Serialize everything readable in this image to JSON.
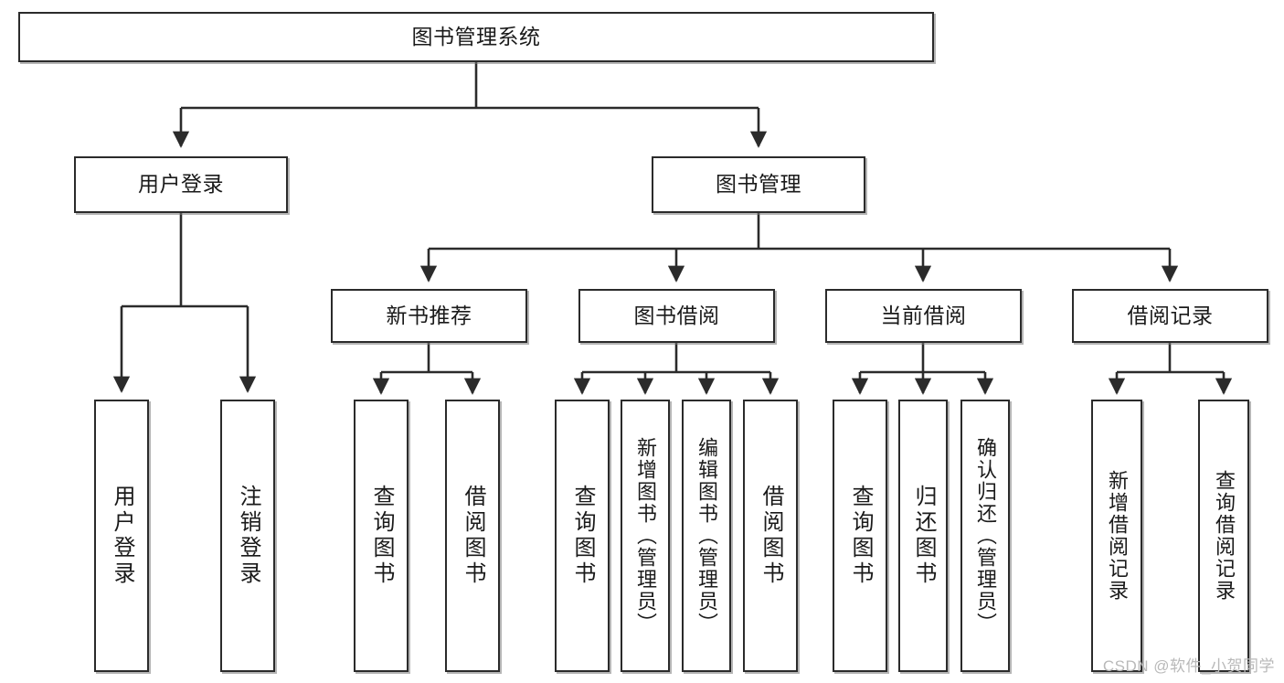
{
  "diagram": {
    "title": "图书管理系统",
    "type": "tree",
    "watermark": "CSDN @软件_小贺同学",
    "nodes": {
      "root": {
        "label": "图书管理系统"
      },
      "level2": [
        {
          "id": "user-login",
          "label": "用户登录"
        },
        {
          "id": "book-manage",
          "label": "图书管理"
        }
      ],
      "level3": [
        {
          "id": "new-book-rec",
          "label": "新书推荐"
        },
        {
          "id": "book-borrow",
          "label": "图书借阅"
        },
        {
          "id": "current-borrow",
          "label": "当前借阅"
        },
        {
          "id": "borrow-record",
          "label": "借阅记录"
        }
      ],
      "leaves": [
        {
          "id": "leaf-user-login",
          "label": "用户登录",
          "parent": "user-login"
        },
        {
          "id": "leaf-logout",
          "label": "注销登录",
          "parent": "user-login"
        },
        {
          "id": "leaf-query-book-1",
          "label": "查询图书",
          "parent": "new-book-rec"
        },
        {
          "id": "leaf-borrow-book-1",
          "label": "借阅图书",
          "parent": "new-book-rec"
        },
        {
          "id": "leaf-query-book-2",
          "label": "查询图书",
          "parent": "book-borrow"
        },
        {
          "id": "leaf-add-book",
          "label": "新增图书（管理员）",
          "parent": "book-borrow"
        },
        {
          "id": "leaf-edit-book",
          "label": "编辑图书（管理员）",
          "parent": "book-borrow"
        },
        {
          "id": "leaf-borrow-book-2",
          "label": "借阅图书",
          "parent": "book-borrow"
        },
        {
          "id": "leaf-query-book-3",
          "label": "查询图书",
          "parent": "current-borrow"
        },
        {
          "id": "leaf-return-book",
          "label": "归还图书",
          "parent": "current-borrow"
        },
        {
          "id": "leaf-confirm-return",
          "label": "确认归还（管理员）",
          "parent": "current-borrow"
        },
        {
          "id": "leaf-add-record",
          "label": "新增借阅记录",
          "parent": "borrow-record"
        },
        {
          "id": "leaf-query-record",
          "label": "查询借阅记录",
          "parent": "borrow-record"
        }
      ]
    },
    "colors": {
      "box_border": "#2b2b2b",
      "box_fill": "#ffffff",
      "connector": "#2b2b2b",
      "watermark": "#b9b9b9",
      "canvas": "#ffffff"
    }
  }
}
